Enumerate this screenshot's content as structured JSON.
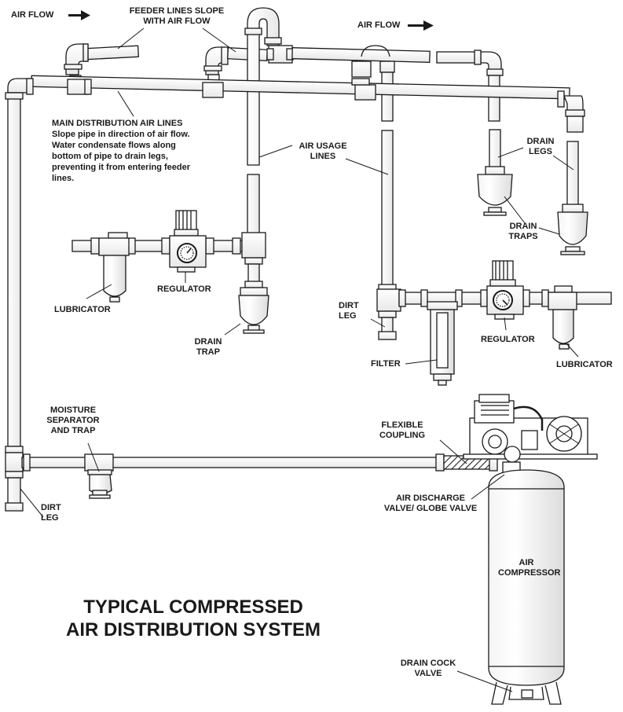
{
  "title_line1": "TYPICAL COMPRESSED",
  "title_line2": "AIR DISTRIBUTION SYSTEM",
  "labels": {
    "air_flow_left": "AIR FLOW",
    "air_flow_right": "AIR FLOW",
    "feeder_lines": "FEEDER LINES SLOPE\nWITH AIR FLOW",
    "main_distribution_head": "MAIN DISTRIBUTION AIR LINES",
    "main_distribution_body": "Slope pipe in direction of air flow.\nWater condensate flows along\nbottom of pipe to drain legs,\npreventing it from entering feeder\nlines.",
    "air_usage_lines": "AIR USAGE\nLINES",
    "drain_legs": "DRAIN\nLEGS",
    "drain_traps": "DRAIN\nTRAPS",
    "regulator_left": "REGULATOR",
    "lubricator_left": "LUBRICATOR",
    "drain_trap": "DRAIN\nTRAP",
    "dirt_leg_mid": "DIRT\nLEG",
    "filter": "FILTER",
    "regulator_right": "REGULATOR",
    "lubricator_right": "LUBRICATOR",
    "moisture_separator": "MOISTURE\nSEPARATOR\nAND TRAP",
    "flexible_coupling": "FLEXIBLE\nCOUPLING",
    "dirt_leg_left": "DIRT\nLEG",
    "air_discharge_valve": "AIR DISCHARGE\nVALVE/ GLOBE VALVE",
    "air_compressor": "AIR\nCOMPRESSOR",
    "drain_cock_valve": "DRAIN COCK\nVALVE"
  },
  "icons": {
    "arrow": "arrow-right-icon",
    "gauge": "pressure-gauge-icon"
  }
}
